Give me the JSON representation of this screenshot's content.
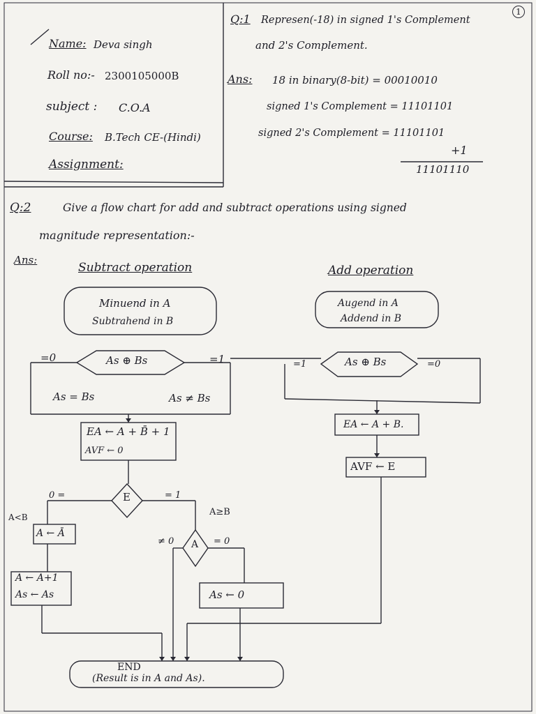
{
  "page": {
    "number": "1"
  },
  "student": {
    "name_label": "Name:",
    "name_value": "Deva singh",
    "roll_label": "Roll no:-",
    "roll_value": "2300105000B",
    "subject_label": "subject :",
    "subject_value": "C.O.A",
    "course_label": "Course:",
    "course_value": "B.Tech CE-(Hindi)",
    "assignment_label": "Assignment:"
  },
  "q1": {
    "label": "Q:1",
    "question_line1": "Represen(-18) in signed 1's Complement",
    "question_line2": "and 2's Complement.",
    "answer_label": "Ans:",
    "line_binary": "18 in binary(8-bit) = 00010010",
    "line_ones": "signed 1's Complement = 11101101",
    "line_twos": "signed 2's Complement = 11101101",
    "plus_one": "+1",
    "result": "11101110"
  },
  "q2": {
    "label": "Q:2",
    "question_line1": "Give a flow chart for add and subtract operations using signed",
    "question_line2": "magnitude representation:-",
    "answer_label": "Ans:"
  },
  "flowchart": {
    "subtract_title": "Subtract operation",
    "add_title": "Add operation",
    "sub_start_line1": "Minuend in A",
    "sub_start_line2": "Subtrahend in B",
    "add_start_line1": "Augend in A",
    "add_start_line2": "Addend in B",
    "sub_decision": "As ⊕ Bs",
    "add_decision": "As ⊕ Bs",
    "sub_eq0": "=0",
    "sub_eq1": "=1",
    "add_eq1": "=1",
    "add_eq0": "=0",
    "as_eq_bs": "As = Bs",
    "as_neq_bs": "As ≠ Bs",
    "sub_ea_line1": "EA ← A + B̄ + 1",
    "sub_ea_line2": "AVF ← 0",
    "add_ea": "EA ← A + B.",
    "add_avf": "AVF ← E",
    "e_decision": "E",
    "e_zero": "0 =",
    "e_one": "= 1",
    "a_lt_b": "A<B",
    "a_ge_b": "A≥B",
    "complement_box": "A ← Ā",
    "inc_line1": "A ← A+1",
    "inc_line2": "As ← As",
    "a_decision": "A",
    "a_neq0": "≠ 0",
    "a_eq0": "= 0",
    "as_zero_box": "As ← 0",
    "end_line1": "END",
    "end_line2": "(Result is in A and As)."
  }
}
